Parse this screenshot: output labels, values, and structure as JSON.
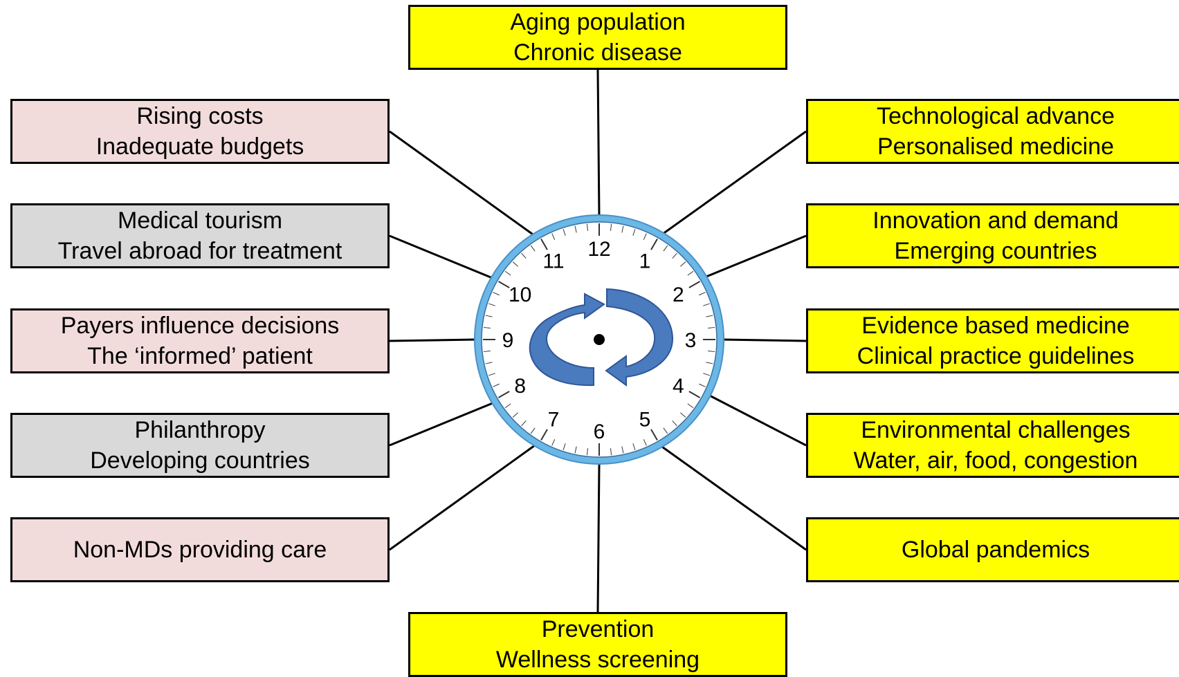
{
  "clock": {
    "numerals": [
      "12",
      "1",
      "2",
      "3",
      "4",
      "5",
      "6",
      "7",
      "8",
      "9",
      "10",
      "11"
    ]
  },
  "boxes": {
    "top": {
      "line1": "Aging population",
      "line2": "Chronic disease"
    },
    "bottom": {
      "line1": "Prevention",
      "line2": "Wellness screening"
    },
    "left": [
      {
        "line1": "Rising costs",
        "line2": "Inadequate budgets"
      },
      {
        "line1": "Medical tourism",
        "line2": "Travel abroad for treatment"
      },
      {
        "line1": "Payers influence decisions",
        "line2": "The ‘informed’ patient"
      },
      {
        "line1": "Philanthropy",
        "line2": "Developing countries"
      },
      {
        "line1": "Non-MDs providing care"
      }
    ],
    "right": [
      {
        "line1": "Technological advance",
        "line2": "Personalised medicine"
      },
      {
        "line1": "Innovation and demand",
        "line2": "Emerging countries"
      },
      {
        "line1": "Evidence based medicine",
        "line2": "Clinical practice guidelines"
      },
      {
        "line1": "Environmental challenges",
        "line2": "Water, air, food, congestion"
      },
      {
        "line1": "Global pandemics"
      }
    ]
  },
  "colors": {
    "yellow": "#ffff00",
    "pink": "#f2dcdb",
    "gray": "#d9d9d9",
    "clock_rim": "#6bb7e6",
    "arrow_blue": "#4a7bbf",
    "arrow_dark": "#2f5597"
  }
}
